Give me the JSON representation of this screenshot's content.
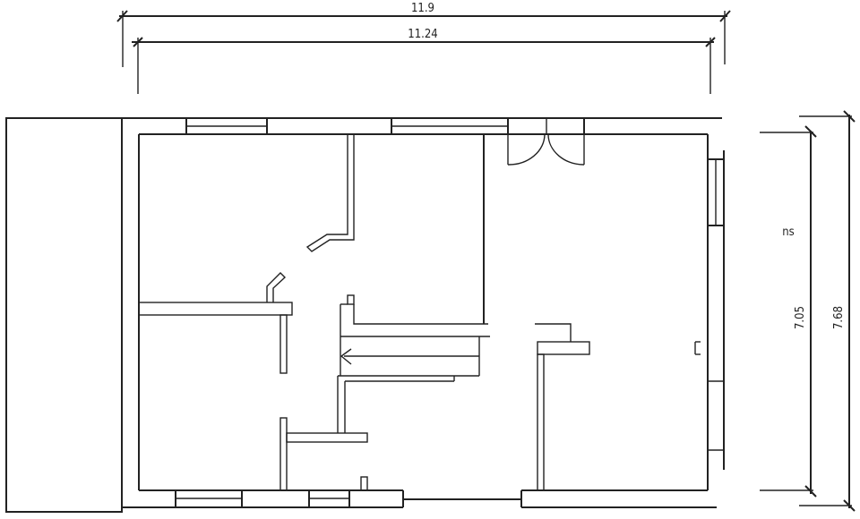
{
  "dimensions": {
    "overall_width": "11.9",
    "inner_width": "11.24",
    "inner_height": "7.05",
    "overall_height": "7.68"
  },
  "labels": {
    "room_note": "ns"
  },
  "colors": {
    "line": "#222222",
    "background": "#ffffff"
  }
}
